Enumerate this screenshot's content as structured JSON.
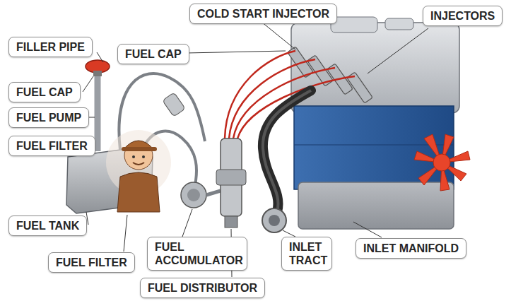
{
  "diagram": {
    "nodes": [
      {
        "text": [
          "COLD START INJECTOR"
        ]
      },
      {
        "text": [
          "INJECTORS"
        ]
      },
      {
        "text": [
          "FILLER PIPE"
        ]
      },
      {
        "text": [
          "FUEL CAP"
        ]
      },
      {
        "text": [
          "FUEL CAP"
        ]
      },
      {
        "text": [
          "FUEL PUMP"
        ]
      },
      {
        "text": [
          "FUEL FILTER"
        ]
      },
      {
        "text": [
          "FUEL TANK"
        ]
      },
      {
        "text": [
          "FUEL ACCUMULATOR"
        ]
      },
      {
        "text": [
          "INLET TRACT"
        ]
      },
      {
        "text": [
          "INLET MANIFOLD"
        ]
      },
      {
        "text": [
          "FUEL FILTER"
        ]
      },
      {
        "text": [
          "FUEL DISTRIBUTOR"
        ]
      }
    ]
  }
}
